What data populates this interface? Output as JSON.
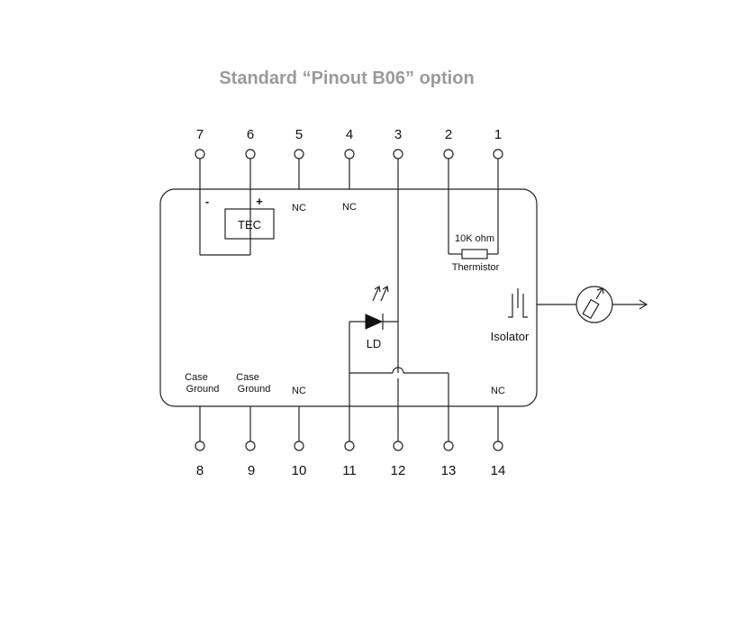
{
  "title": "Standard “Pinout B06” option",
  "pins": {
    "p1": "1",
    "p2": "2",
    "p3": "3",
    "p4": "4",
    "p5": "5",
    "p6": "6",
    "p7": "7",
    "p8": "8",
    "p9": "9",
    "p10": "10",
    "p11": "11",
    "p12": "12",
    "p13": "13",
    "p14": "14"
  },
  "labels": {
    "nc": "NC",
    "tec": "TEC",
    "minus": "-",
    "plus": "+",
    "resistance": "10K ohm",
    "thermistor": "Thermistor",
    "ld": "LD",
    "isolator": "Isolator",
    "case": "Case",
    "ground": "Ground"
  }
}
